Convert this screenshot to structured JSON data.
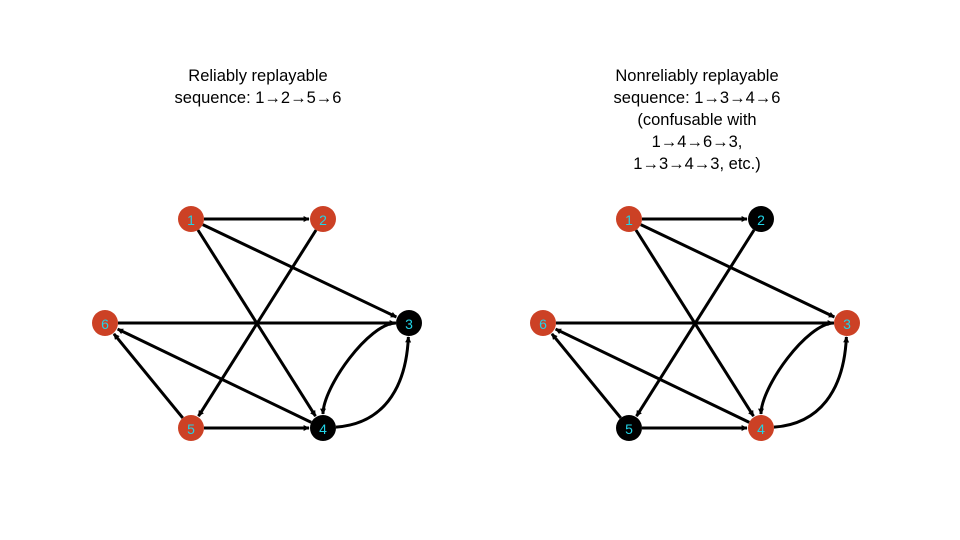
{
  "colors": {
    "highlight": "#cc4125",
    "normal": "#000000",
    "label": "#22d3e6",
    "edge": "#000000"
  },
  "graphs": [
    {
      "caption": [
        "Reliably replayable",
        "sequence: 1→2→5→6"
      ],
      "highlighted": [
        "1",
        "2",
        "5",
        "6"
      ],
      "nodes": [
        {
          "id": "1",
          "label": "1"
        },
        {
          "id": "2",
          "label": "2"
        },
        {
          "id": "3",
          "label": "3"
        },
        {
          "id": "4",
          "label": "4"
        },
        {
          "id": "5",
          "label": "5"
        },
        {
          "id": "6",
          "label": "6"
        }
      ]
    },
    {
      "caption": [
        "Nonreliably replayable",
        "sequence: 1→3→4→6",
        "(confusable with",
        "1→4→6→3,",
        "1→3→4→3, etc.)"
      ],
      "highlighted": [
        "1",
        "3",
        "4",
        "6"
      ],
      "nodes": [
        {
          "id": "1",
          "label": "1"
        },
        {
          "id": "2",
          "label": "2"
        },
        {
          "id": "3",
          "label": "3"
        },
        {
          "id": "4",
          "label": "4"
        },
        {
          "id": "5",
          "label": "5"
        },
        {
          "id": "6",
          "label": "6"
        }
      ]
    }
  ],
  "edges": [
    {
      "from": "1",
      "to": "2"
    },
    {
      "from": "1",
      "to": "3"
    },
    {
      "from": "1",
      "to": "4"
    },
    {
      "from": "2",
      "to": "5"
    },
    {
      "from": "6",
      "to": "3"
    },
    {
      "from": "3",
      "to": "4",
      "curved": true
    },
    {
      "from": "4",
      "to": "3",
      "curved": true
    },
    {
      "from": "4",
      "to": "6"
    },
    {
      "from": "5",
      "to": "6"
    },
    {
      "from": "5",
      "to": "4"
    }
  ]
}
